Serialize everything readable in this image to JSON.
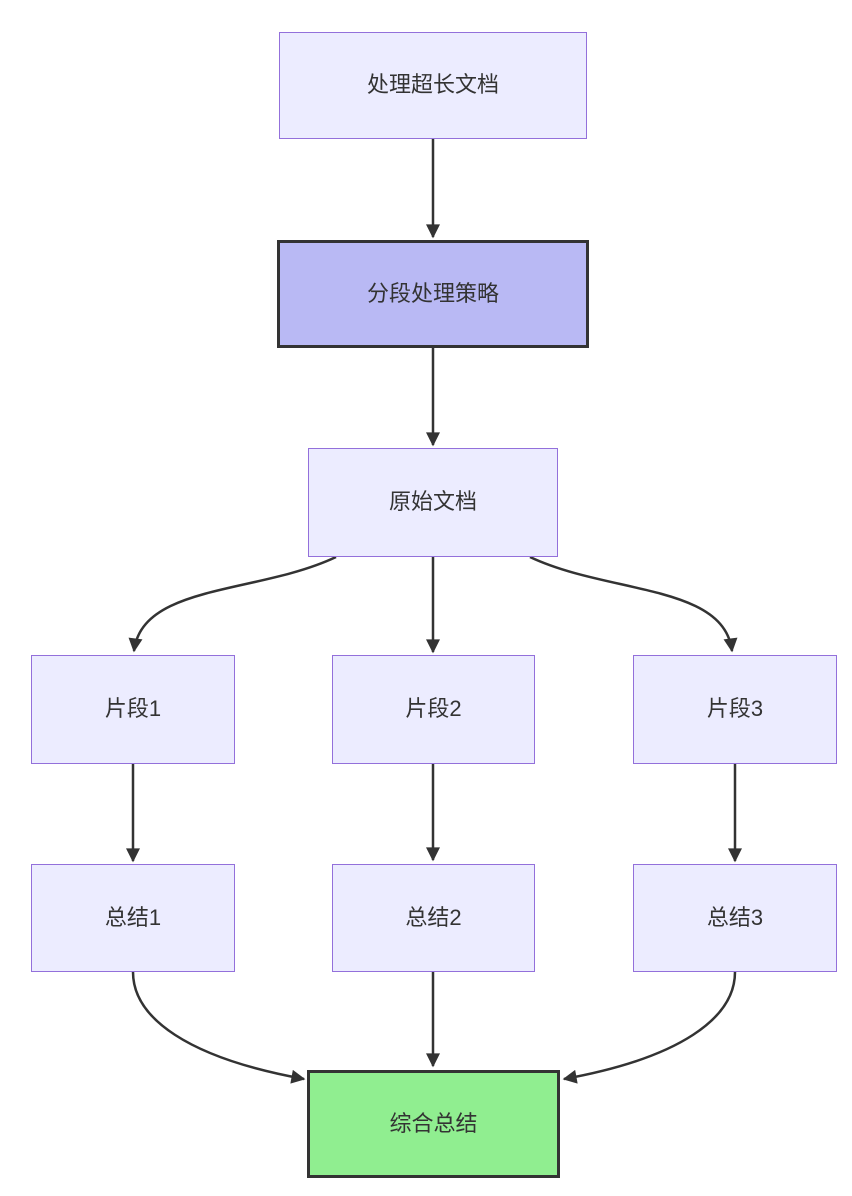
{
  "diagram": {
    "type": "flowchart",
    "direction": "top-down",
    "nodes": {
      "doc": {
        "label": "处理超长文档"
      },
      "strategy": {
        "label": "分段处理策略"
      },
      "original": {
        "label": "原始文档"
      },
      "seg1": {
        "label": "片段1"
      },
      "seg2": {
        "label": "片段2"
      },
      "seg3": {
        "label": "片段3"
      },
      "sum1": {
        "label": "总结1"
      },
      "sum2": {
        "label": "总结2"
      },
      "sum3": {
        "label": "总结3"
      },
      "final": {
        "label": "综合总结"
      }
    },
    "edges": [
      {
        "from": "处理超长文档",
        "to": "分段处理策略"
      },
      {
        "from": "分段处理策略",
        "to": "原始文档"
      },
      {
        "from": "原始文档",
        "to": "片段1"
      },
      {
        "from": "原始文档",
        "to": "片段2"
      },
      {
        "from": "原始文档",
        "to": "片段3"
      },
      {
        "from": "片段1",
        "to": "总结1"
      },
      {
        "from": "片段2",
        "to": "总结2"
      },
      {
        "from": "片段3",
        "to": "总结3"
      },
      {
        "from": "总结1",
        "to": "综合总结"
      },
      {
        "from": "总结2",
        "to": "综合总结"
      },
      {
        "from": "总结3",
        "to": "综合总结"
      }
    ],
    "colors": {
      "background": "#FFFFFF",
      "node_fill": "#ECECFF",
      "node_border": "#9370DB",
      "strategy_fill": "#B9B9F4",
      "final_fill": "#90EE90",
      "emphasis_border": "#333333",
      "edge": "#333333",
      "text": "#333333"
    }
  }
}
